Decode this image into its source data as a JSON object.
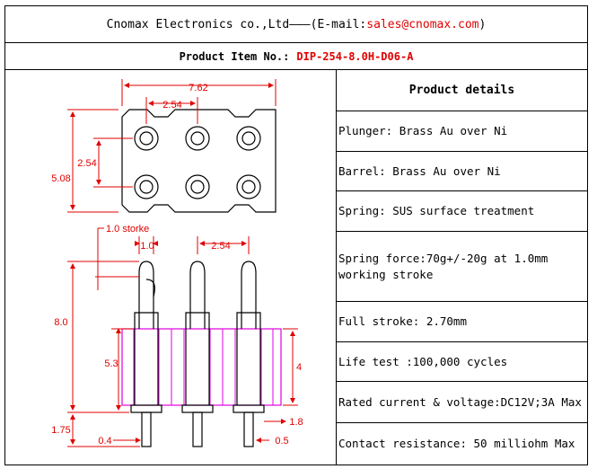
{
  "header": {
    "company": "Cnomax Electronics co.,Ltd",
    "dash": "———(",
    "email_label": " E-mail: ",
    "email": "sales@cnomax.com",
    "close": ")"
  },
  "product_item": {
    "label": "Product Item No.: ",
    "value": "DIP-254-8.0H-D06-A"
  },
  "details": {
    "title": "Product details",
    "specs": [
      "Plunger: Brass Au over Ni",
      "Barrel: Brass Au over Ni",
      "Spring: SUS surface treatment",
      "Spring force:70g+/-20g at 1.0mm working stroke",
      "Full stroke: 2.70mm",
      "Life test :100,000 cycles",
      "Rated current & voltage:DC12V;3A Max",
      "Contact resistance: 50 milliohm Max"
    ]
  },
  "drawing": {
    "top_view": {
      "width_dim": "7.62",
      "pitch_dim": "2.54",
      "row_pitch_dim": "2.54",
      "height_dim": "5.08"
    },
    "side_view": {
      "stroke_label": "1.0 storke",
      "tip_dim": "1.0",
      "pitch_dim": "2.54",
      "total_height_dim": "8.0",
      "body_height_dim": "5.3",
      "insulator_dim": "4",
      "tail_height_dim": "1.75",
      "tail_width_dim": "0.4",
      "flange_dim": "1.8",
      "pin_dim": "0.5"
    },
    "colors": {
      "dimension": "#e00000",
      "insulator": "#e000e0",
      "outline": "#000000"
    }
  }
}
